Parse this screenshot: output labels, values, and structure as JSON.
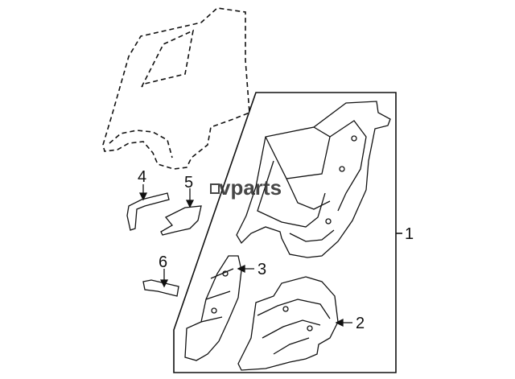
{
  "diagram": {
    "watermark": "vparts",
    "callouts": [
      {
        "id": "1",
        "label": "1"
      },
      {
        "id": "2",
        "label": "2"
      },
      {
        "id": "3",
        "label": "3"
      },
      {
        "id": "4",
        "label": "4"
      },
      {
        "id": "5",
        "label": "5"
      },
      {
        "id": "6",
        "label": "6"
      }
    ]
  }
}
